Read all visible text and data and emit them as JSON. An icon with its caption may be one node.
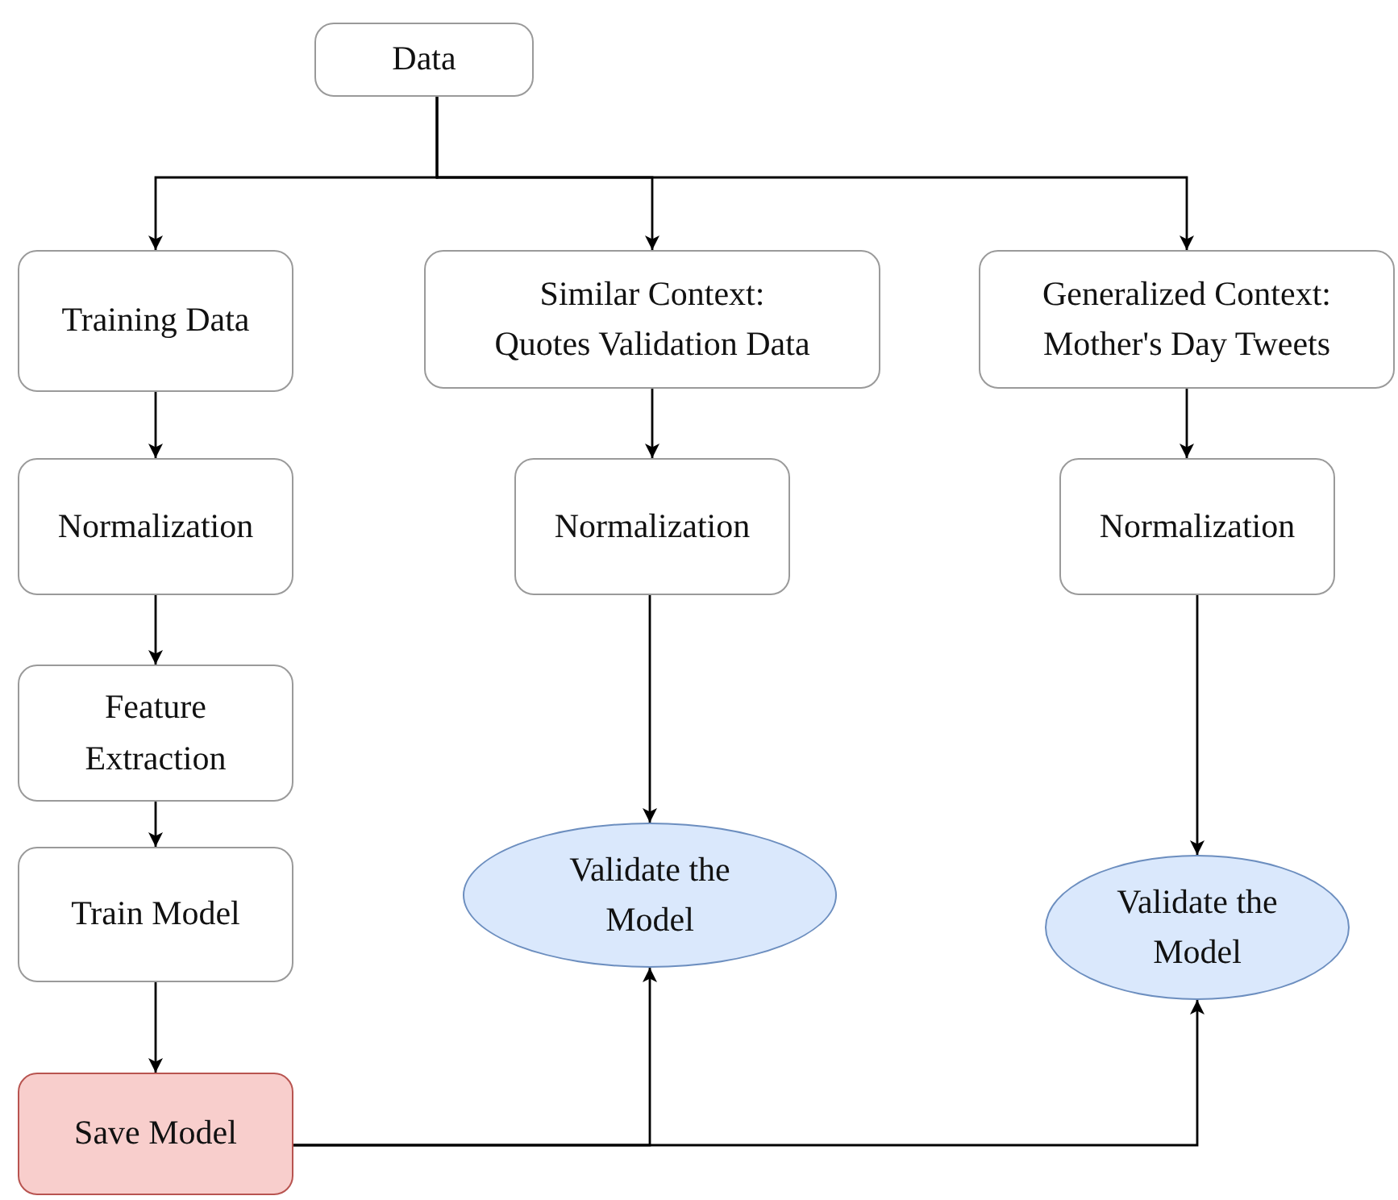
{
  "diagram": {
    "nodes": [
      {
        "text": [
          "Data"
        ]
      },
      {
        "text": [
          "Training Data"
        ]
      },
      {
        "text": [
          "Similar Context: Quotes Validation Data"
        ]
      },
      {
        "text": [
          "Generalized Context: Mother's Day Tweets"
        ]
      },
      {
        "text": [
          "Normalization"
        ]
      },
      {
        "text": [
          "Normalization"
        ]
      },
      {
        "text": [
          "Normalization"
        ]
      },
      {
        "text": [
          "Feature Extraction"
        ]
      },
      {
        "text": [
          "Train Model"
        ]
      },
      {
        "text": [
          "Validate the Model"
        ]
      },
      {
        "text": [
          "Validate the Model"
        ]
      },
      {
        "text": [
          "Save Model"
        ]
      }
    ],
    "edges": [
      {
        "from": 0,
        "to": 1,
        "arrow": "to"
      },
      {
        "from": 0,
        "to": 2,
        "arrow": "to"
      },
      {
        "from": 0,
        "to": 3,
        "arrow": "to"
      },
      {
        "from": 1,
        "to": 4,
        "arrow": "to"
      },
      {
        "from": 4,
        "to": 7,
        "arrow": "to"
      },
      {
        "from": 7,
        "to": 8,
        "arrow": "to"
      },
      {
        "from": 8,
        "to": 11,
        "arrow": "to"
      },
      {
        "from": 2,
        "to": 5,
        "arrow": "to"
      },
      {
        "from": 3,
        "to": 6,
        "arrow": "to"
      },
      {
        "from": 5,
        "to": 9,
        "arrow": "to"
      },
      {
        "from": 6,
        "to": 10,
        "arrow": "to"
      },
      {
        "from": 11,
        "to": 9,
        "arrow": "to"
      },
      {
        "from": 11,
        "to": 10,
        "arrow": "to"
      }
    ]
  }
}
